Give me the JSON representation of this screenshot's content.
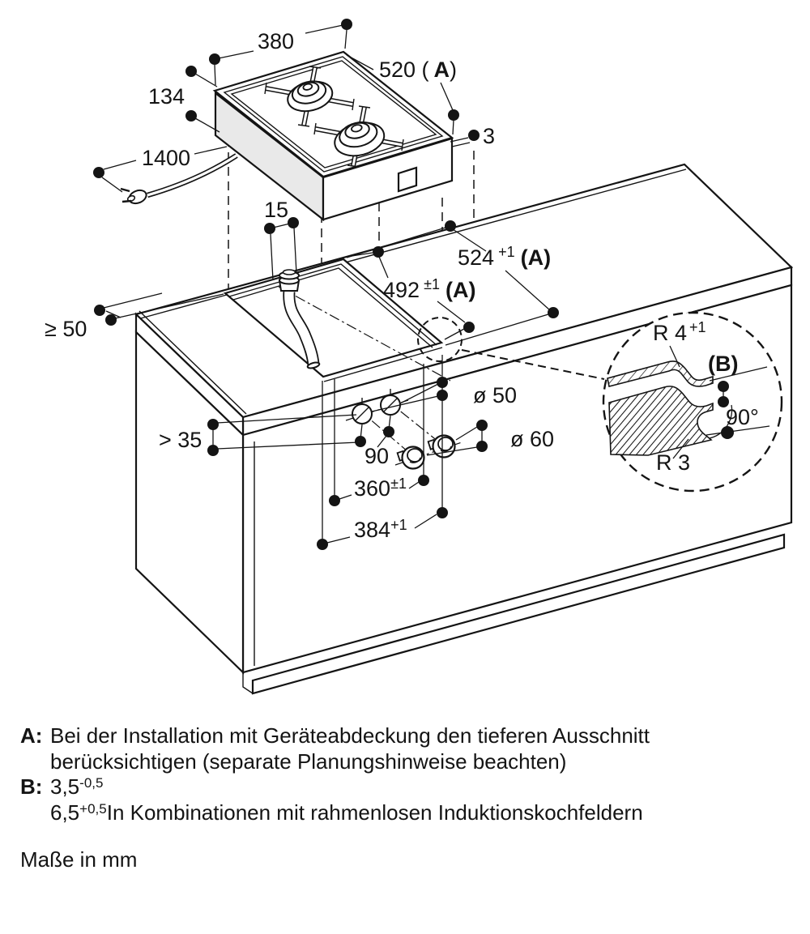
{
  "figure": {
    "dimensions": {
      "width": "380",
      "depth_pre": "520 (",
      "depth_a": "A",
      "depth_post": ")",
      "height": "134",
      "cable_length": "1400",
      "rim_height": "3",
      "ledge": "15",
      "cutout_524": "524",
      "cutout_524_tol": "+1",
      "cutout_524_ref": "(A)",
      "cutout_492": "492",
      "cutout_492_tol": "±1",
      "cutout_492_ref": "(A)",
      "side_clearance": "≥ 50",
      "front_clearance": "> 35",
      "hole_50": "ø 50",
      "hole_60": "ø 60",
      "knob_spacing": "90",
      "dist_360": "360",
      "dist_360_tol": "±1",
      "dist_384": "384",
      "dist_384_tol": "+1"
    },
    "detail": {
      "radius_top": "R 4",
      "radius_top_tol": "+1",
      "ref_b": "(B)",
      "angle": "90°",
      "radius_bottom": "R 3"
    }
  },
  "notes": {
    "a_label": "A:",
    "a_line1": "Bei der Installation mit Geräteabdeckung den tieferen Ausschnitt",
    "a_line2": "berücksichtigen (separate Planungshinweise beachten)",
    "b_label": "B:",
    "b_value": "3,5",
    "b_value_tol": "-0,5",
    "b_alt_value": "6,5",
    "b_alt_tol": "+0,5",
    "b_alt_text": "In Kombinationen mit rahmenlosen Induktionskochfeldern",
    "units": "Maße in mm"
  },
  "colors": {
    "line": "#141414",
    "panel_fill": "#e9e9e9",
    "background": "#ffffff"
  }
}
